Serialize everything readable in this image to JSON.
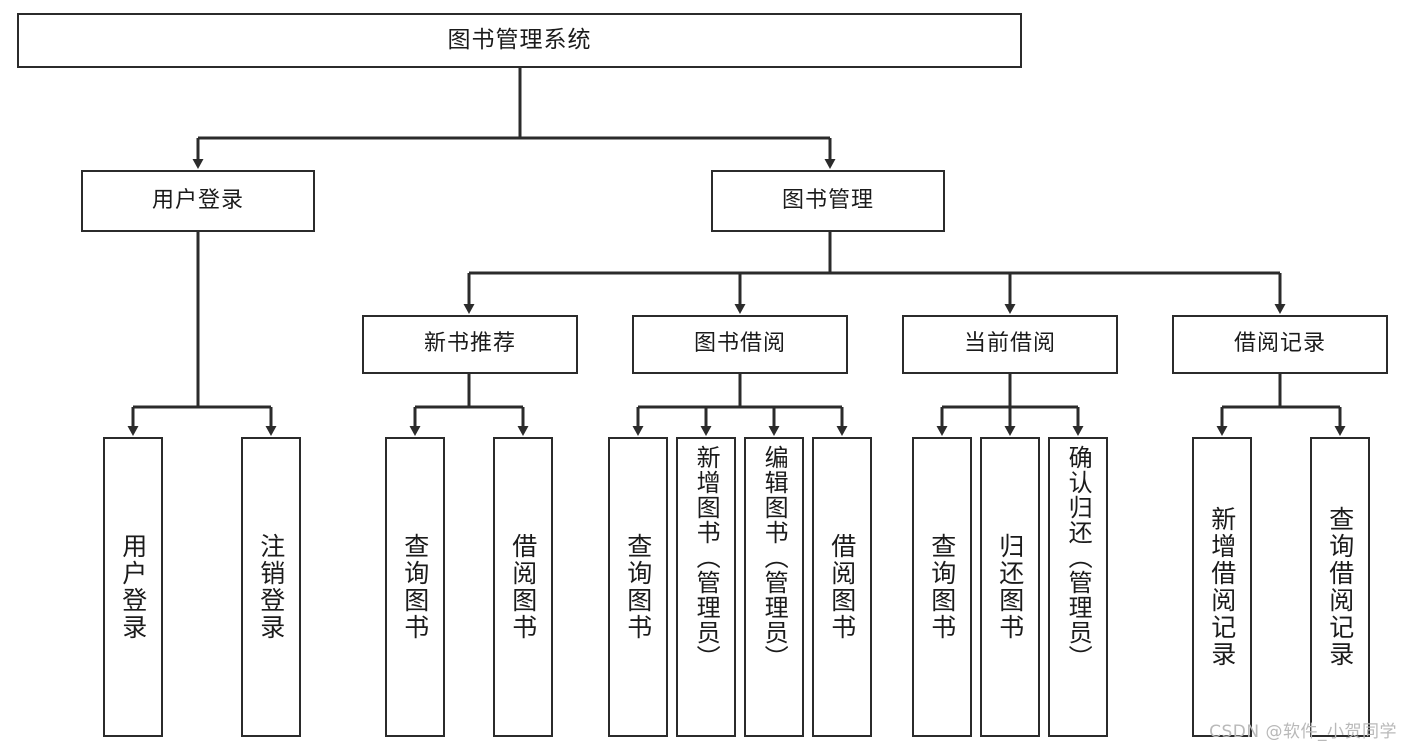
{
  "diagram": {
    "title": "图书管理系统",
    "type": "hierarchy-tree",
    "watermark": "CSDN @软件_小贺同学",
    "colors": {
      "box_border": "#2b2b2b",
      "box_fill": "#ffffff",
      "connector": "#2b2b2b",
      "text": "#1b1b1b",
      "watermark": "#b9b9b9"
    },
    "nodes": {
      "root": {
        "label": "图书管理系统"
      },
      "level2": [
        {
          "label": "用户登录"
        },
        {
          "label": "图书管理"
        }
      ],
      "level3": [
        {
          "label": "新书推荐"
        },
        {
          "label": "图书借阅"
        },
        {
          "label": "当前借阅"
        },
        {
          "label": "借阅记录"
        }
      ],
      "leaves": {
        "user_login": [
          {
            "label": "用户登录"
          },
          {
            "label": "注销登录"
          }
        ],
        "new_book_recommend": [
          {
            "label": "查询图书"
          },
          {
            "label": "借阅图书"
          }
        ],
        "book_borrow": [
          {
            "label": "查询图书"
          },
          {
            "label": "新增图书（管理员）"
          },
          {
            "label": "编辑图书（管理员）"
          },
          {
            "label": "借阅图书"
          }
        ],
        "current_borrow": [
          {
            "label": "查询图书"
          },
          {
            "label": "归还图书"
          },
          {
            "label": "确认归还（管理员）"
          }
        ],
        "borrow_record": [
          {
            "label": "新增借阅记录"
          },
          {
            "label": "查询借阅记录"
          }
        ]
      }
    }
  }
}
